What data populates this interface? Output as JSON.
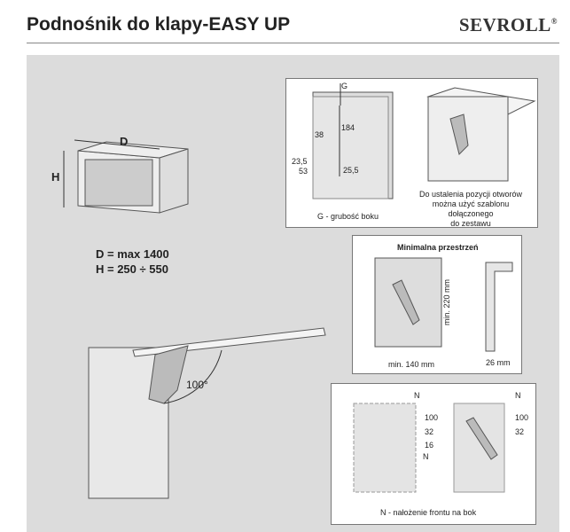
{
  "header": {
    "title": "Podnośnik do klapy-EASY UP",
    "logo": "SEVROLL",
    "logo_mark": "®"
  },
  "cabinet": {
    "label_d": "D",
    "label_h": "H",
    "dim_d": "D = max 1400",
    "dim_h": "H = 250 ÷ 550"
  },
  "opening": {
    "angle": "100°"
  },
  "panel_drill": {
    "label_g": "G",
    "dims": [
      "184",
      "38",
      "23,5",
      "53",
      "25,5"
    ],
    "caption_g": "G - grubość boku",
    "note": [
      "Do ustalenia pozycji otworów",
      "można użyć szablonu dołączonego",
      "do zestawu"
    ]
  },
  "panel_space": {
    "title": "Minimalna przestrzeń",
    "min_h": "min. 220 mm",
    "min_w": "min. 140 mm",
    "depth": "26 mm"
  },
  "panel_overlay": {
    "label_n": "N",
    "dims": [
      "100",
      "32",
      "16"
    ],
    "caption": "N - nałożenie frontu na bok"
  }
}
